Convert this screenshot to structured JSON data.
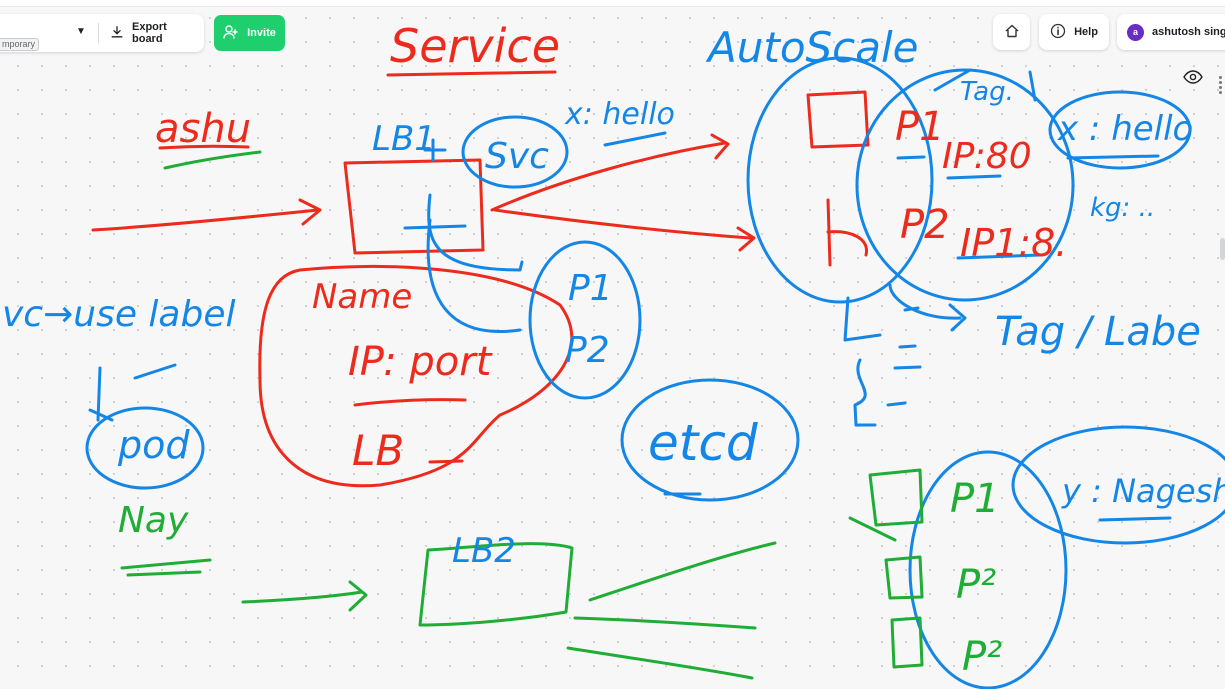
{
  "toolbar": {
    "board_tag": "mporary",
    "export_label": "Export board",
    "invite_label": "Invite",
    "help_label": "Help",
    "user_name": "ashutosh singh",
    "avatar_initial": "a"
  },
  "colors": {
    "invite": "#1fcf6d",
    "avatar": "#6a2cc4",
    "ink_red": "#ec2b1d",
    "ink_blue": "#1486e6",
    "ink_green": "#1fad35"
  },
  "icons": {
    "caret": "chevron-down-icon",
    "export": "download-icon",
    "invite": "add-user-icon",
    "home": "home-icon",
    "help": "info-icon",
    "eye": "eye-icon"
  },
  "board": {
    "title": "Service",
    "ashu": "ashu",
    "lb1": "LB1",
    "svc": "Svc",
    "x_hello_top": "x: hello",
    "name": "Name",
    "ip_port": "IP: port",
    "lb": "LB",
    "p1": "P1",
    "p2": "P2",
    "svc_use_label": "vc→use label",
    "pod": "pod",
    "nay": "Nay",
    "etcd": "etcd",
    "autoscale": "AutoScale",
    "tag_note": "Tag.",
    "as_p1": "P1",
    "as_p2": "P2",
    "ip80": "IP:80",
    "ip1_80": "IP1:8.",
    "x_hello_right": "x : hello",
    "kg": "kg: ..",
    "tag_label": "Tag / Labe",
    "lb2": "LB2",
    "g_p1": "P1",
    "g_p2": "P²",
    "g_p3": "P²",
    "y_nagesh": "y : Nagesh"
  }
}
